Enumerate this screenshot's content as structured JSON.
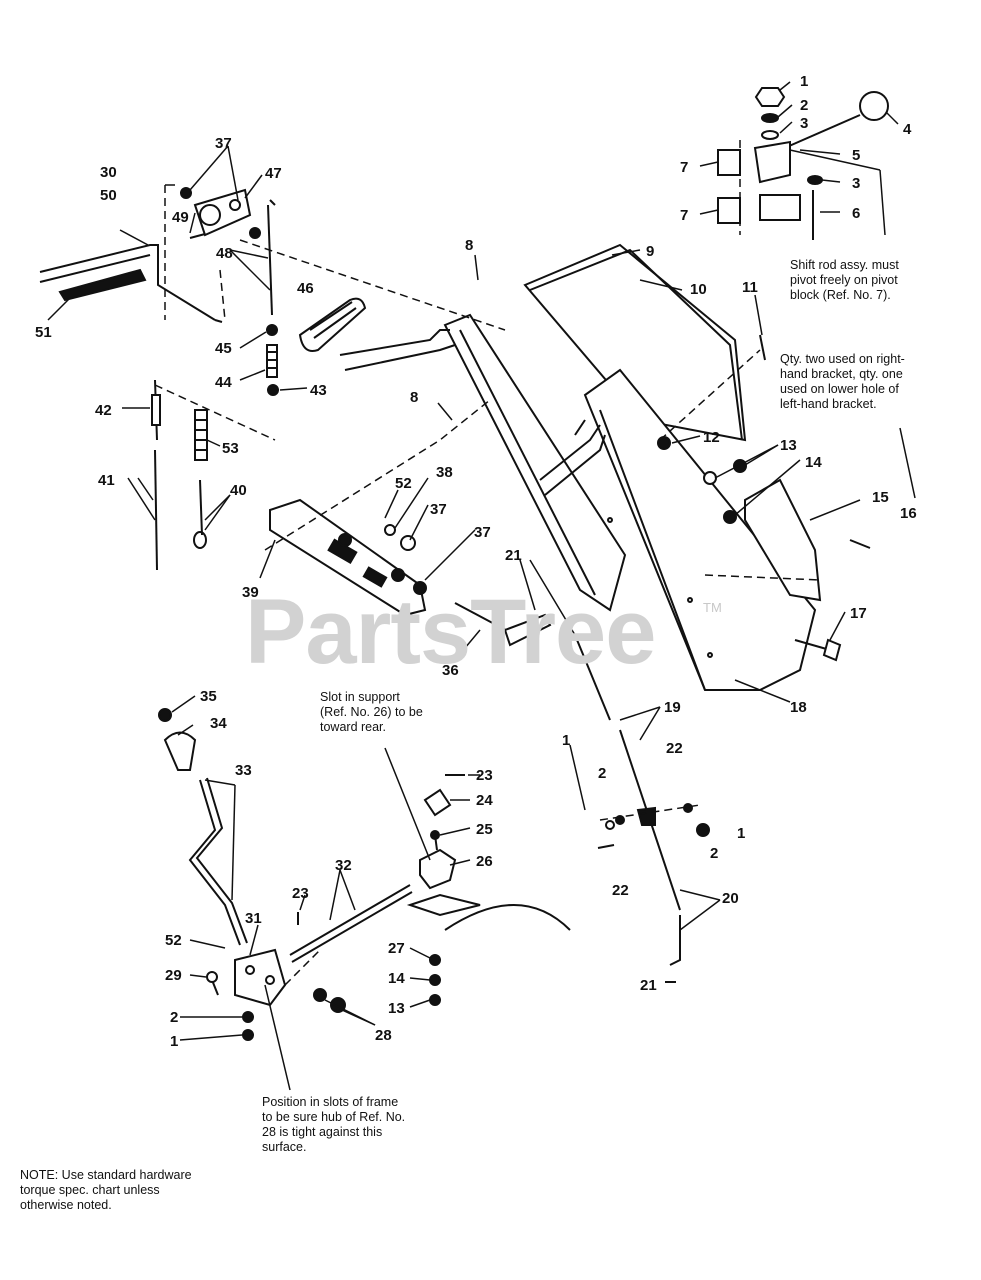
{
  "watermark": {
    "text": "PartsTree",
    "mark": "TM"
  },
  "notes": {
    "shift_rod": "Shift rod assy. must\npivot freely on pivot\nblock (Ref. No. 7).",
    "qty_brackets": "Qty. two used on right-\nhand bracket, qty. one\nused on lower hole of\nleft-hand bracket.",
    "slot_support": "Slot in support\n(Ref. No. 26) to be\ntoward rear.",
    "position_slots": "Position in slots of frame\nto be sure hub of Ref. No.\n28 is tight against this\nsurface.",
    "torque": "NOTE: Use standard hardware\ntorque spec. chart unless\notherwise noted."
  },
  "callouts": {
    "c1a": "1",
    "c2a": "2",
    "c3a": "3",
    "c4": "4",
    "c5": "5",
    "c3b": "3",
    "c6": "6",
    "c7a": "7",
    "c7b": "7",
    "c8a": "8",
    "c9": "9",
    "c10": "10",
    "c11": "11",
    "c12": "12",
    "c13a": "13",
    "c14a": "14",
    "c15": "15",
    "c16": "16",
    "c17": "17",
    "c18": "18",
    "c19": "19",
    "c20": "20",
    "c21a": "21",
    "c21b": "21",
    "c22a": "22",
    "c22b": "22",
    "c1b": "1",
    "c2b": "2",
    "c2c": "2",
    "c1c": "1",
    "c23a": "23",
    "c24": "24",
    "c25": "25",
    "c26": "26",
    "c23b": "23",
    "c32": "32",
    "c27": "27",
    "c14b": "14",
    "c13b": "13",
    "c28": "28",
    "c31": "31",
    "c52a": "52",
    "c29": "29",
    "c2d": "2",
    "c1d": "1",
    "c33": "33",
    "c34": "34",
    "c35": "35",
    "c36": "36",
    "c37a": "37",
    "c37b": "37",
    "c37c": "37",
    "c38": "38",
    "c52b": "52",
    "c39": "39",
    "c40": "40",
    "c41": "41",
    "c42": "42",
    "c53": "53",
    "c43": "43",
    "c44": "44",
    "c45": "45",
    "c46": "46",
    "c48": "48",
    "c49": "49",
    "c47": "47",
    "c30": "30",
    "c50": "50",
    "c51": "51",
    "c8b": "8"
  }
}
